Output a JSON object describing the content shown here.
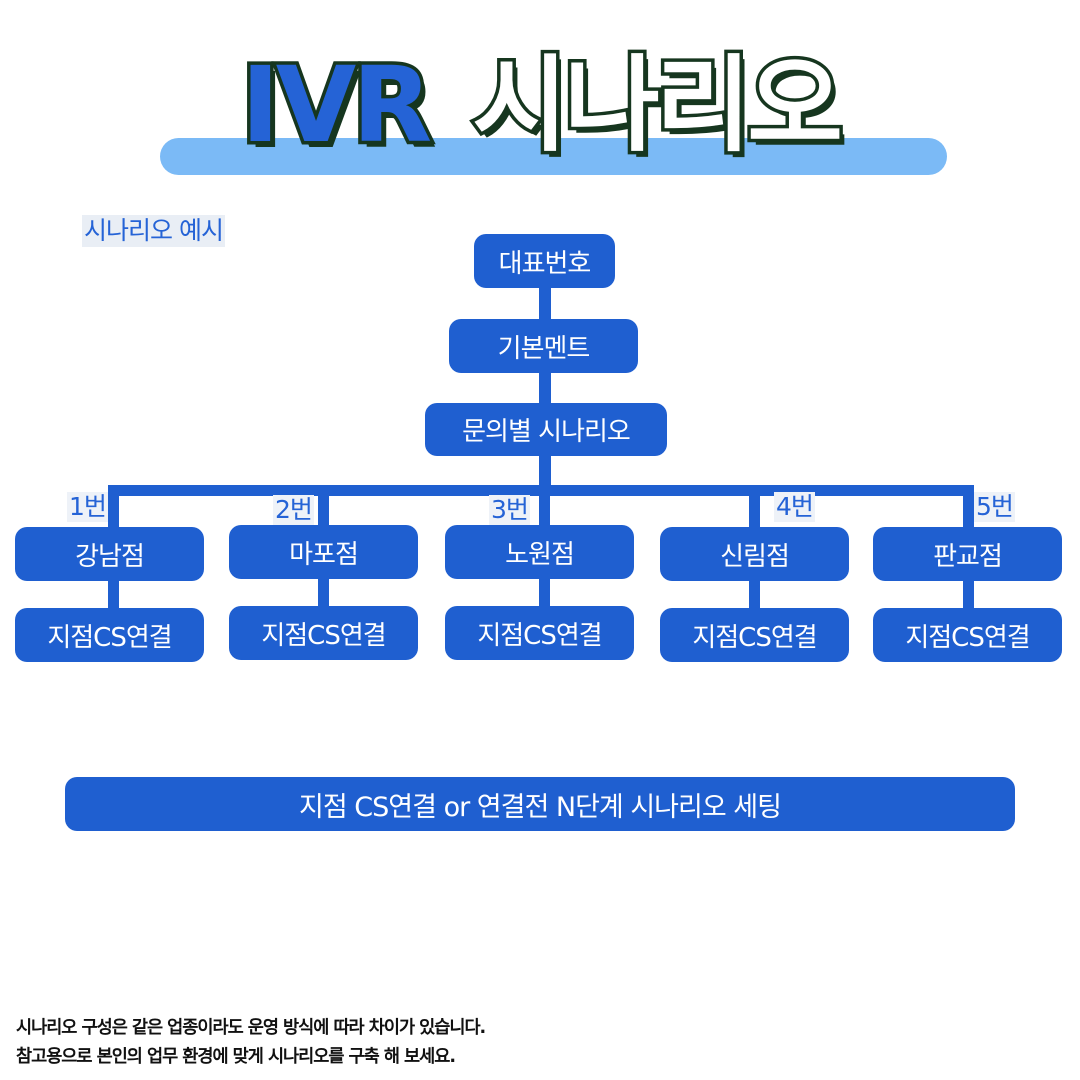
{
  "header": {
    "title_ivr": "IVR",
    "title_scenario": "시나리오",
    "subtitle": "시나리오 예시"
  },
  "flow": {
    "main_number": "대표번호",
    "greeting": "기본멘트",
    "inquiry_scenario": "문의별 시나리오"
  },
  "branches": [
    {
      "key": "1번",
      "store": "강남점",
      "action": "지점CS연결"
    },
    {
      "key": "2번",
      "store": "마포점",
      "action": "지점CS연결"
    },
    {
      "key": "3번",
      "store": "노원점",
      "action": "지점CS연결"
    },
    {
      "key": "4번",
      "store": "신림점",
      "action": "지점CS연결"
    },
    {
      "key": "5번",
      "store": "판교점",
      "action": "지점CS연결"
    }
  ],
  "banner": "지점 CS연결 or 연결전 N단계 시나리오 세팅",
  "notes": [
    "시나리오 구성은 같은 업종이라도 운영 방식에 따라 차이가 있습니다.",
    "참고용으로 본인의 업무 환경에 맞게 시나리오를 구축 해 보세요."
  ],
  "colors": {
    "primary_blue": "#1f5fd0",
    "title_bar": "#7bbaf6",
    "title_outline": "#16361f"
  }
}
